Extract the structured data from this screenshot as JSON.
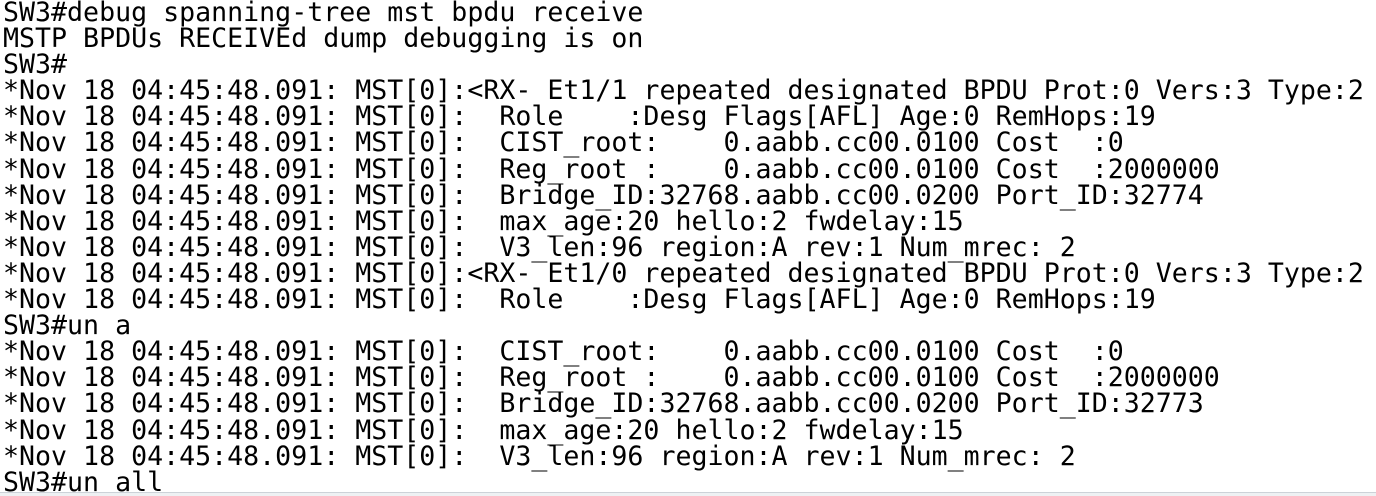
{
  "terminal": {
    "hostname": "SW3",
    "prompt": "SW3#",
    "commands": {
      "debug_command": "debug spanning-tree mst bpdu receive",
      "unall_partial": "un a",
      "unall_full": "un all"
    },
    "status_message": "MSTP BPDUs RECEIVEd dump debugging is on",
    "log_timestamp": "*Nov 18 04:45:48.091:",
    "colors": {
      "background": "#ffffff",
      "text": "#000000",
      "window_edge_line": "#ccd2d8",
      "window_edge_fill": "#eef1f3"
    },
    "lines": [
      "SW3#debug spanning-tree mst bpdu receive",
      "MSTP BPDUs RECEIVEd dump debugging is on",
      "SW3#",
      "*Nov 18 04:45:48.091: MST[0]:<RX- Et1/1 repeated designated BPDU Prot:0 Vers:3 Type:2",
      "*Nov 18 04:45:48.091: MST[0]:  Role    :Desg Flags[AFL] Age:0 RemHops:19",
      "*Nov 18 04:45:48.091: MST[0]:  CIST_root:    0.aabb.cc00.0100 Cost  :0",
      "*Nov 18 04:45:48.091: MST[0]:  Reg_root :    0.aabb.cc00.0100 Cost  :2000000",
      "*Nov 18 04:45:48.091: MST[0]:  Bridge_ID:32768.aabb.cc00.0200 Port_ID:32774",
      "*Nov 18 04:45:48.091: MST[0]:  max_age:20 hello:2 fwdelay:15",
      "*Nov 18 04:45:48.091: MST[0]:  V3_len:96 region:A rev:1 Num_mrec: 2",
      "*Nov 18 04:45:48.091: MST[0]:<RX- Et1/0 repeated designated BPDU Prot:0 Vers:3 Type:2",
      "*Nov 18 04:45:48.091: MST[0]:  Role    :Desg Flags[AFL] Age:0 RemHops:19",
      "SW3#un a",
      "*Nov 18 04:45:48.091: MST[0]:  CIST_root:    0.aabb.cc00.0100 Cost  :0",
      "*Nov 18 04:45:48.091: MST[0]:  Reg_root :    0.aabb.cc00.0100 Cost  :2000000",
      "*Nov 18 04:45:48.091: MST[0]:  Bridge_ID:32768.aabb.cc00.0200 Port_ID:32773",
      "*Nov 18 04:45:48.091: MST[0]:  max_age:20 hello:2 fwdelay:15",
      "*Nov 18 04:45:48.091: MST[0]:  V3_len:96 region:A rev:1 Num_mrec: 2",
      "SW3#un all"
    ]
  }
}
